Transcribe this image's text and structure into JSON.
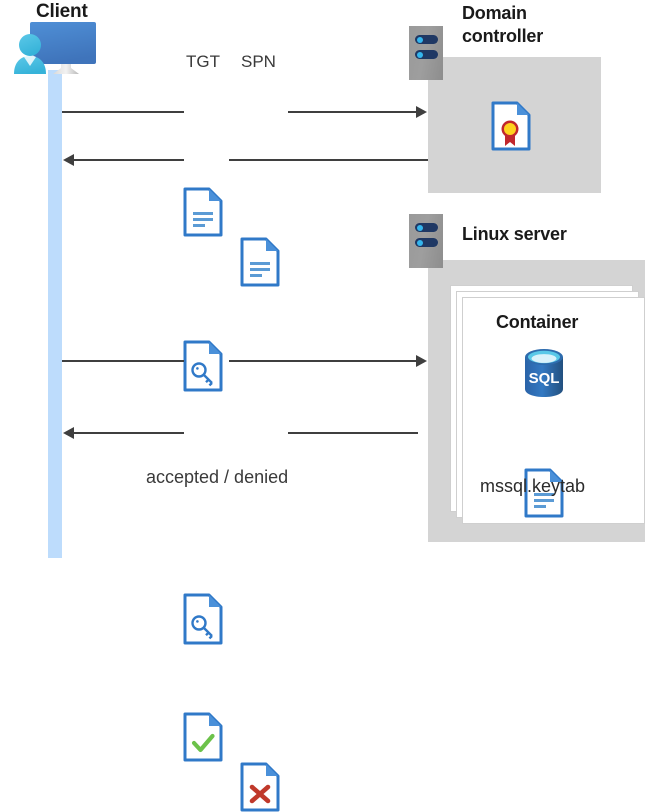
{
  "diagram": {
    "title_nodes": {
      "client": "Client",
      "domain_controller": "Domain\ncontroller",
      "domain_controller_line1": "Domain",
      "domain_controller_line2": "controller",
      "linux_server": "Linux server",
      "container": "Container"
    },
    "labels": {
      "tgt": "TGT",
      "spn": "SPN",
      "keytab_file": "mssql.keytab",
      "accepted_denied": "accepted / denied"
    },
    "icons": {
      "client": "user-with-monitor-icon",
      "server_rack": "server-rack-icon",
      "certificate": "certificate-document-icon",
      "tgt_document": "text-document-icon",
      "spn_document": "text-document-icon",
      "ticket_key": "key-document-icon",
      "accepted": "checkmark-document-icon",
      "denied": "cross-document-icon",
      "sql_database": "sql-database-icon",
      "keytab_document": "text-document-icon"
    },
    "flows": [
      {
        "id": "flow-1",
        "direction": "right",
        "from": "Client",
        "to": "Domain controller",
        "payload": [
          "TGT",
          "SPN"
        ]
      },
      {
        "id": "flow-2",
        "direction": "left",
        "from": "Domain controller",
        "to": "Client",
        "payload": [
          "service ticket"
        ]
      },
      {
        "id": "flow-3",
        "direction": "right",
        "from": "Client",
        "to": "Linux server",
        "payload": [
          "service ticket"
        ]
      },
      {
        "id": "flow-4",
        "direction": "left",
        "from": "Linux server",
        "to": "Client",
        "payload": [
          "accepted",
          "denied"
        ]
      }
    ],
    "colors": {
      "panel_gray": "#d4d4d4",
      "rack_gray": "#9a9a9a",
      "rack_pill_navy": "#1f3864",
      "rack_dot_blue": "#34b6ee",
      "lifeline_blue": "#bddcfc",
      "doc_blue": "#3079c8",
      "doc_fold_blue": "#4a90d9",
      "accent_green": "#6cc24a",
      "accent_red": "#c0392b",
      "cert_gold": "#ffd21e",
      "cert_ribbon_red": "#c1272d",
      "sql_blue": "#2f6fb5",
      "sql_top_cyan": "#59c8e8",
      "arrow_gray": "#3f3f3f",
      "text_dark": "#1a1a1a"
    }
  }
}
